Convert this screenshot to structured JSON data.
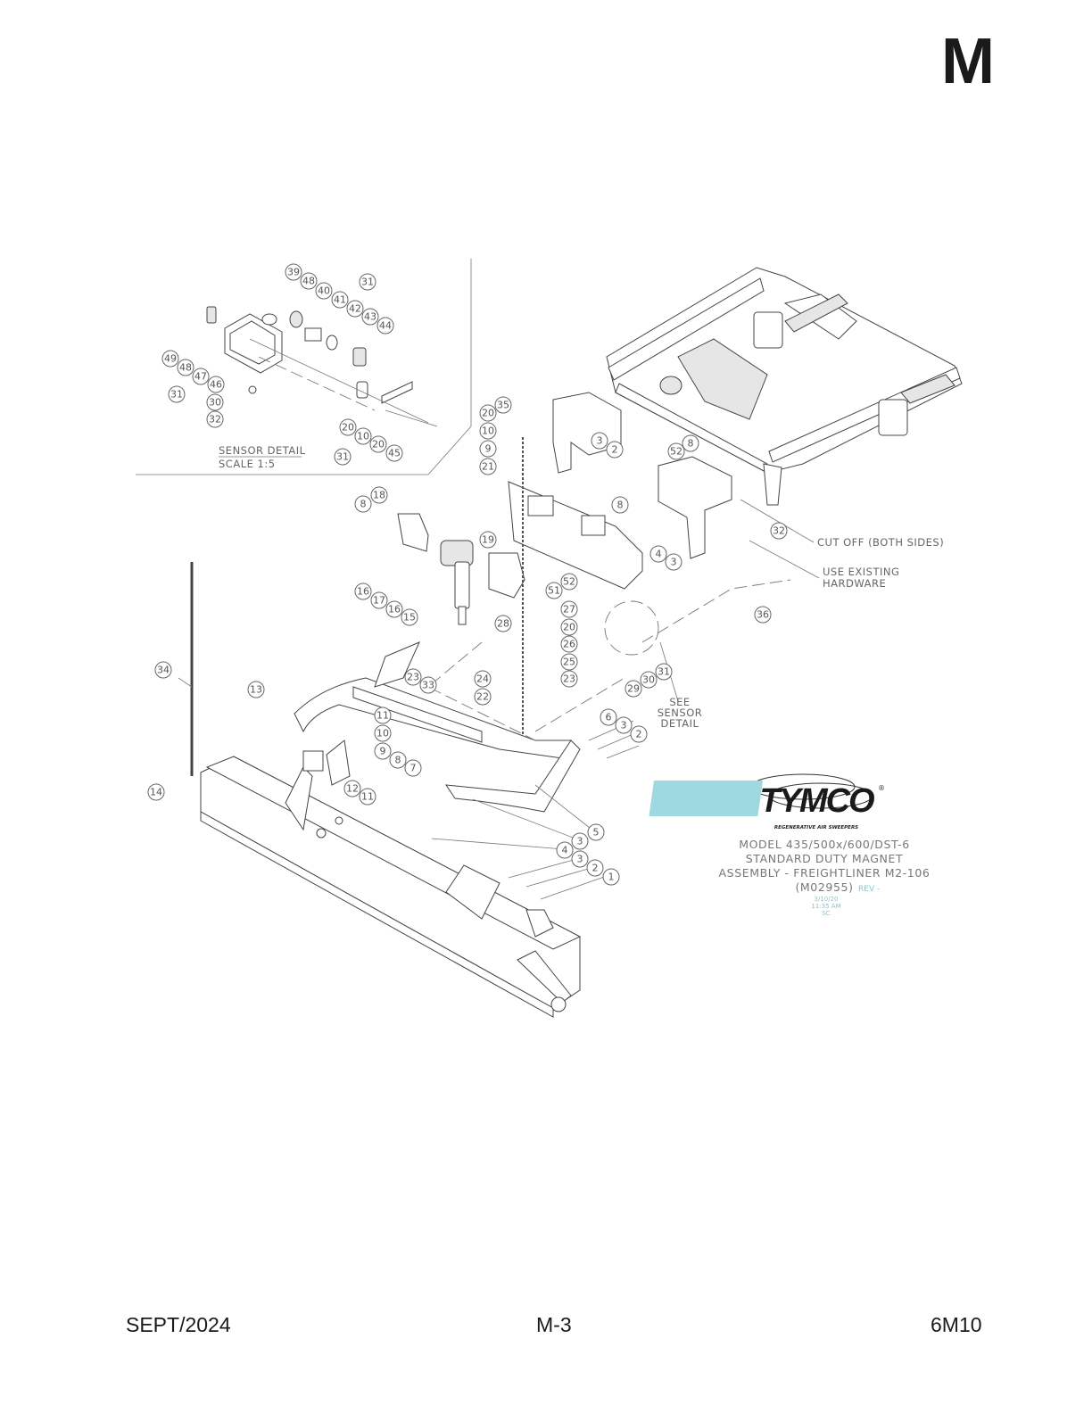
{
  "section_letter": "M",
  "sensor_detail": {
    "title": "SENSOR DETAIL",
    "scale": "SCALE 1:5"
  },
  "notes": {
    "cut_off": "CUT OFF (BOTH SIDES)",
    "use_existing_1": "USE EXISTING",
    "use_existing_2": "HARDWARE",
    "see_1": "SEE",
    "see_2": "SENSOR",
    "see_3": "DETAIL"
  },
  "logo": {
    "brand": "TYMCO",
    "tagline": "REGENERATIVE AIR SWEEPERS",
    "registered": "®"
  },
  "caption": {
    "line1": "MODEL 435/500x/600/DST-6",
    "line2": "STANDARD DUTY MAGNET",
    "line3": "ASSEMBLY - FREIGHTLINER M2-106",
    "line4": "(M02955)",
    "rev": "REV -",
    "date": "3/10/20",
    "time": "11:35 AM",
    "initials": "SC"
  },
  "callouts": [
    "39",
    "48",
    "31",
    "40",
    "41",
    "42",
    "43",
    "44",
    "49",
    "48",
    "47",
    "46",
    "31",
    "30",
    "32",
    "20",
    "10",
    "20",
    "31",
    "45",
    "35",
    "20",
    "10",
    "9",
    "21",
    "3",
    "2",
    "52",
    "8",
    "18",
    "8",
    "8",
    "19",
    "32",
    "4",
    "3",
    "36",
    "16",
    "17",
    "52",
    "51",
    "16",
    "15",
    "27",
    "28",
    "20",
    "26",
    "25",
    "23",
    "24",
    "22",
    "29",
    "30",
    "31",
    "34",
    "13",
    "23",
    "33",
    "11",
    "10",
    "9",
    "8",
    "7",
    "6",
    "3",
    "2",
    "12",
    "11",
    "14",
    "5",
    "3",
    "4",
    "3",
    "2",
    "1"
  ],
  "footer": {
    "left": "SEPT/2024",
    "center": "M-3",
    "right": "6M10"
  }
}
